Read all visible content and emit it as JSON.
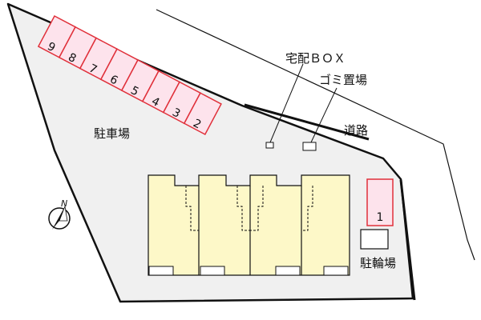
{
  "labels": {
    "parking_lot": "駐車場",
    "road": "道路",
    "delivery_box": "宅配ＢＯＸ",
    "garbage_area": "ゴミ置場",
    "bicycle_parking": "駐輪場",
    "north": "N"
  },
  "parking_spaces": [
    "9",
    "8",
    "7",
    "6",
    "5",
    "4",
    "3",
    "2"
  ],
  "single_space": "1",
  "colors": {
    "lot_fill": "#f0f0f0",
    "outline": "#111111",
    "parking_fill": "#fde3ec",
    "parking_stroke": "#e0303a",
    "building_fill": "#fdf8c8"
  }
}
